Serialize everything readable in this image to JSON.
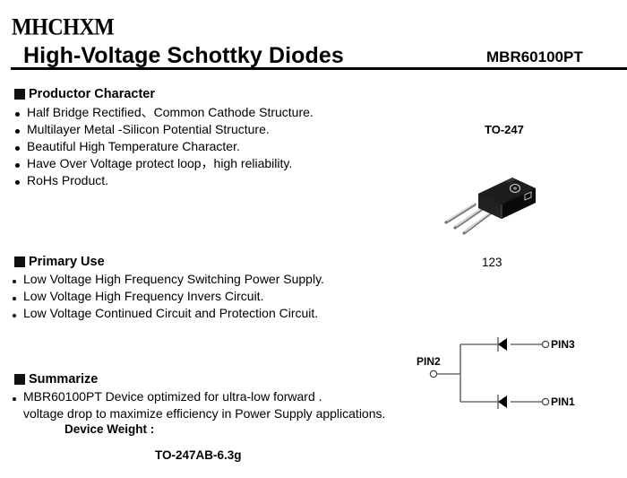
{
  "header": {
    "brand": "MHCHXM",
    "title": "High-Voltage Schottky Diodes",
    "part_number": "MBR60100PT"
  },
  "productor_character": {
    "heading": "Productor Character",
    "items": [
      "Half Bridge Rectified、Common Cathode Structure.",
      "Multilayer Metal -Silicon Potential Structure.",
      "Beautiful High Temperature Character.",
      "Have Over Voltage protect loop，high  reliability.",
      "RoHs Product."
    ]
  },
  "package": {
    "label": "TO-247",
    "pin_order": "123",
    "image_icon": "to247-package-drawing"
  },
  "primary_use": {
    "heading": "Primary Use",
    "items": [
      "Low Voltage High Frequency Switching Power Supply.",
      "Low Voltage High Frequency  Invers Circuit.",
      "Low Voltage Continued  Circuit and Protection Circuit."
    ]
  },
  "summarize": {
    "heading": "Summarize",
    "line1": "MBR60100PT Device optimized for ultra-low forward .",
    "line2": "voltage drop to maximize efficiency in Power Supply applications.",
    "weight_label": "Device Weight :",
    "weight_value": "TO-247AB-6.3g"
  },
  "schematic": {
    "pins": {
      "pin1": "PIN1",
      "pin2": "PIN2",
      "pin3": "PIN3"
    },
    "line_color": "#6e6e6e"
  }
}
